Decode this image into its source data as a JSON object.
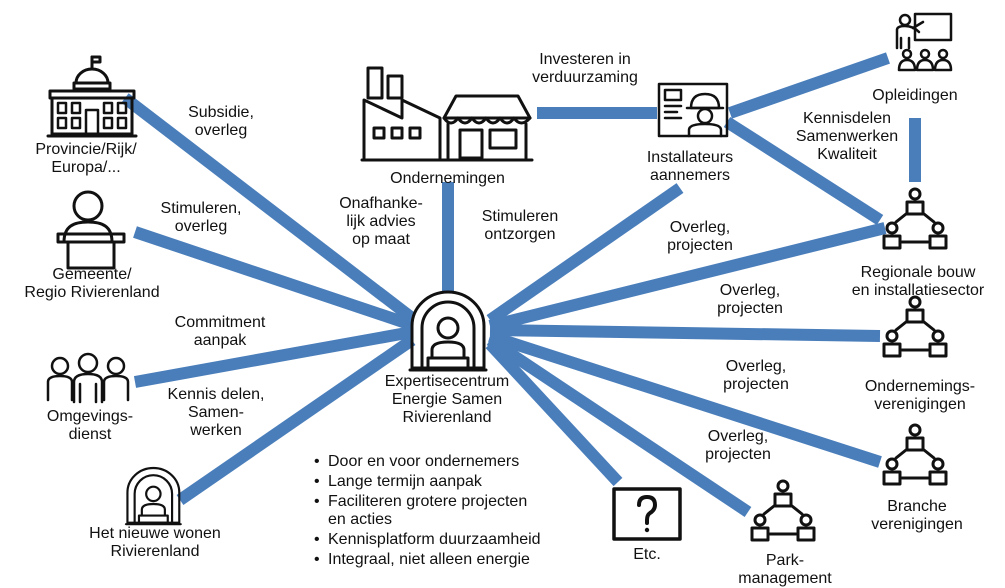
{
  "colors": {
    "connector": "#4a7ebb",
    "icon_stroke": "#111111"
  },
  "center": {
    "name": [
      "Expertisecentrum",
      "Energie Samen",
      "Rivierenland"
    ],
    "icon": "arch-person-icon"
  },
  "nodes": [
    {
      "key": "provincie",
      "label": [
        "Provincie/Rijk/",
        "Europa/..."
      ],
      "icon": "government-building-icon"
    },
    {
      "key": "gemeente",
      "label": [
        "Gemeente/",
        "Regio Rivierenland"
      ],
      "icon": "speaker-podium-icon"
    },
    {
      "key": "omgevingsdienst",
      "label": [
        "Omgevings-",
        "dienst"
      ],
      "icon": "group-people-icon"
    },
    {
      "key": "nieuwe_wonen",
      "label": [
        "Het nieuwe wonen",
        "Rivierenland"
      ],
      "icon": "arch-person-icon"
    },
    {
      "key": "ondernemingen",
      "label": [
        "Ondernemingen"
      ],
      "icon": "factory-shop-icon"
    },
    {
      "key": "installateurs",
      "label": [
        "Installateurs",
        "aannemers"
      ],
      "icon": "worker-blueprint-icon"
    },
    {
      "key": "opleidingen",
      "label": [
        "Opleidingen"
      ],
      "icon": "teacher-class-icon"
    },
    {
      "key": "regionale",
      "label": [
        "Regionale bouw",
        "en installatiesector"
      ],
      "icon": "network-icon"
    },
    {
      "key": "ondernemingsverenigingen",
      "label": [
        "Ondernemings-",
        "verenigingen"
      ],
      "icon": "network-icon"
    },
    {
      "key": "branche",
      "label": [
        "Branche",
        "verenigingen"
      ],
      "icon": "network-icon"
    },
    {
      "key": "park",
      "label": [
        "Park-",
        "management"
      ],
      "icon": "network-icon"
    },
    {
      "key": "etc",
      "label": [
        "Etc."
      ],
      "icon": "question-icon"
    }
  ],
  "edge_labels": {
    "provincie": [
      "Subsidie,",
      "overleg"
    ],
    "gemeente": [
      "Stimuleren,",
      "overleg"
    ],
    "omgevingsdienst": [
      "Commitment",
      "aanpak"
    ],
    "nieuwe_wonen": [
      "Kennis delen,",
      "Samen-",
      "werken"
    ],
    "ondernemingen_left": [
      "Onafhanke-",
      "lijk advies",
      "op maat"
    ],
    "ondernemingen_right": [
      "Stimuleren",
      "ontzorgen"
    ],
    "investeren": [
      "Investeren in",
      "verduurzaming"
    ],
    "opleidingen": [
      "Kennisdelen",
      "Samenwerken",
      "Kwaliteit"
    ],
    "installateurs": [
      "Overleg,",
      "projecten"
    ],
    "regionale": [
      "Overleg,",
      "projecten"
    ],
    "ondernemingsverenigingen": [
      "Overleg,",
      "projecten"
    ],
    "branche": [
      "Overleg,",
      "projecten"
    ]
  },
  "bullets": [
    [
      "Door en voor ondernemers"
    ],
    [
      "Lange termijn aanpak"
    ],
    [
      "Faciliteren grotere projecten",
      "en acties"
    ],
    [
      "Kennisplatform duurzaamheid"
    ],
    [
      "Integraal, niet alleen energie"
    ]
  ]
}
